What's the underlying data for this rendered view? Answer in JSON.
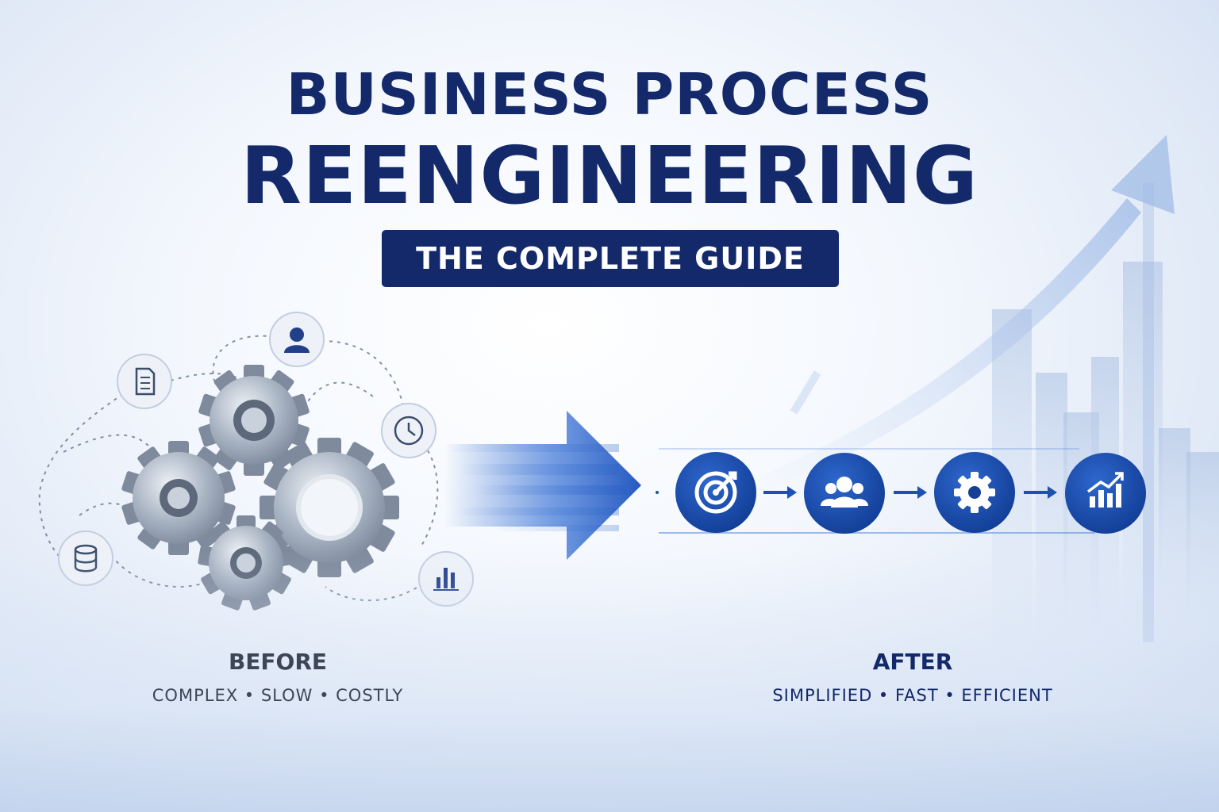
{
  "title": {
    "line1": "BUSINESS PROCESS",
    "line2": "REENGINEERING",
    "badge": "THE COMPLETE GUIDE"
  },
  "before": {
    "heading": "BEFORE",
    "subtitle": "COMPLEX • SLOW • COSTLY",
    "icons": [
      "document-icon",
      "user-icon",
      "clock-icon",
      "database-icon",
      "bar-chart-icon"
    ]
  },
  "after": {
    "heading": "AFTER",
    "subtitle": "SIMPLIFIED • FAST • EFFICIENT",
    "steps": [
      "target-icon",
      "team-icon",
      "gear-icon",
      "growth-chart-icon"
    ]
  },
  "colors": {
    "navy": "#13296a",
    "accent_blue": "#1e50b4",
    "gear_steel": "#8e9aab",
    "before_text": "#3d4654"
  }
}
